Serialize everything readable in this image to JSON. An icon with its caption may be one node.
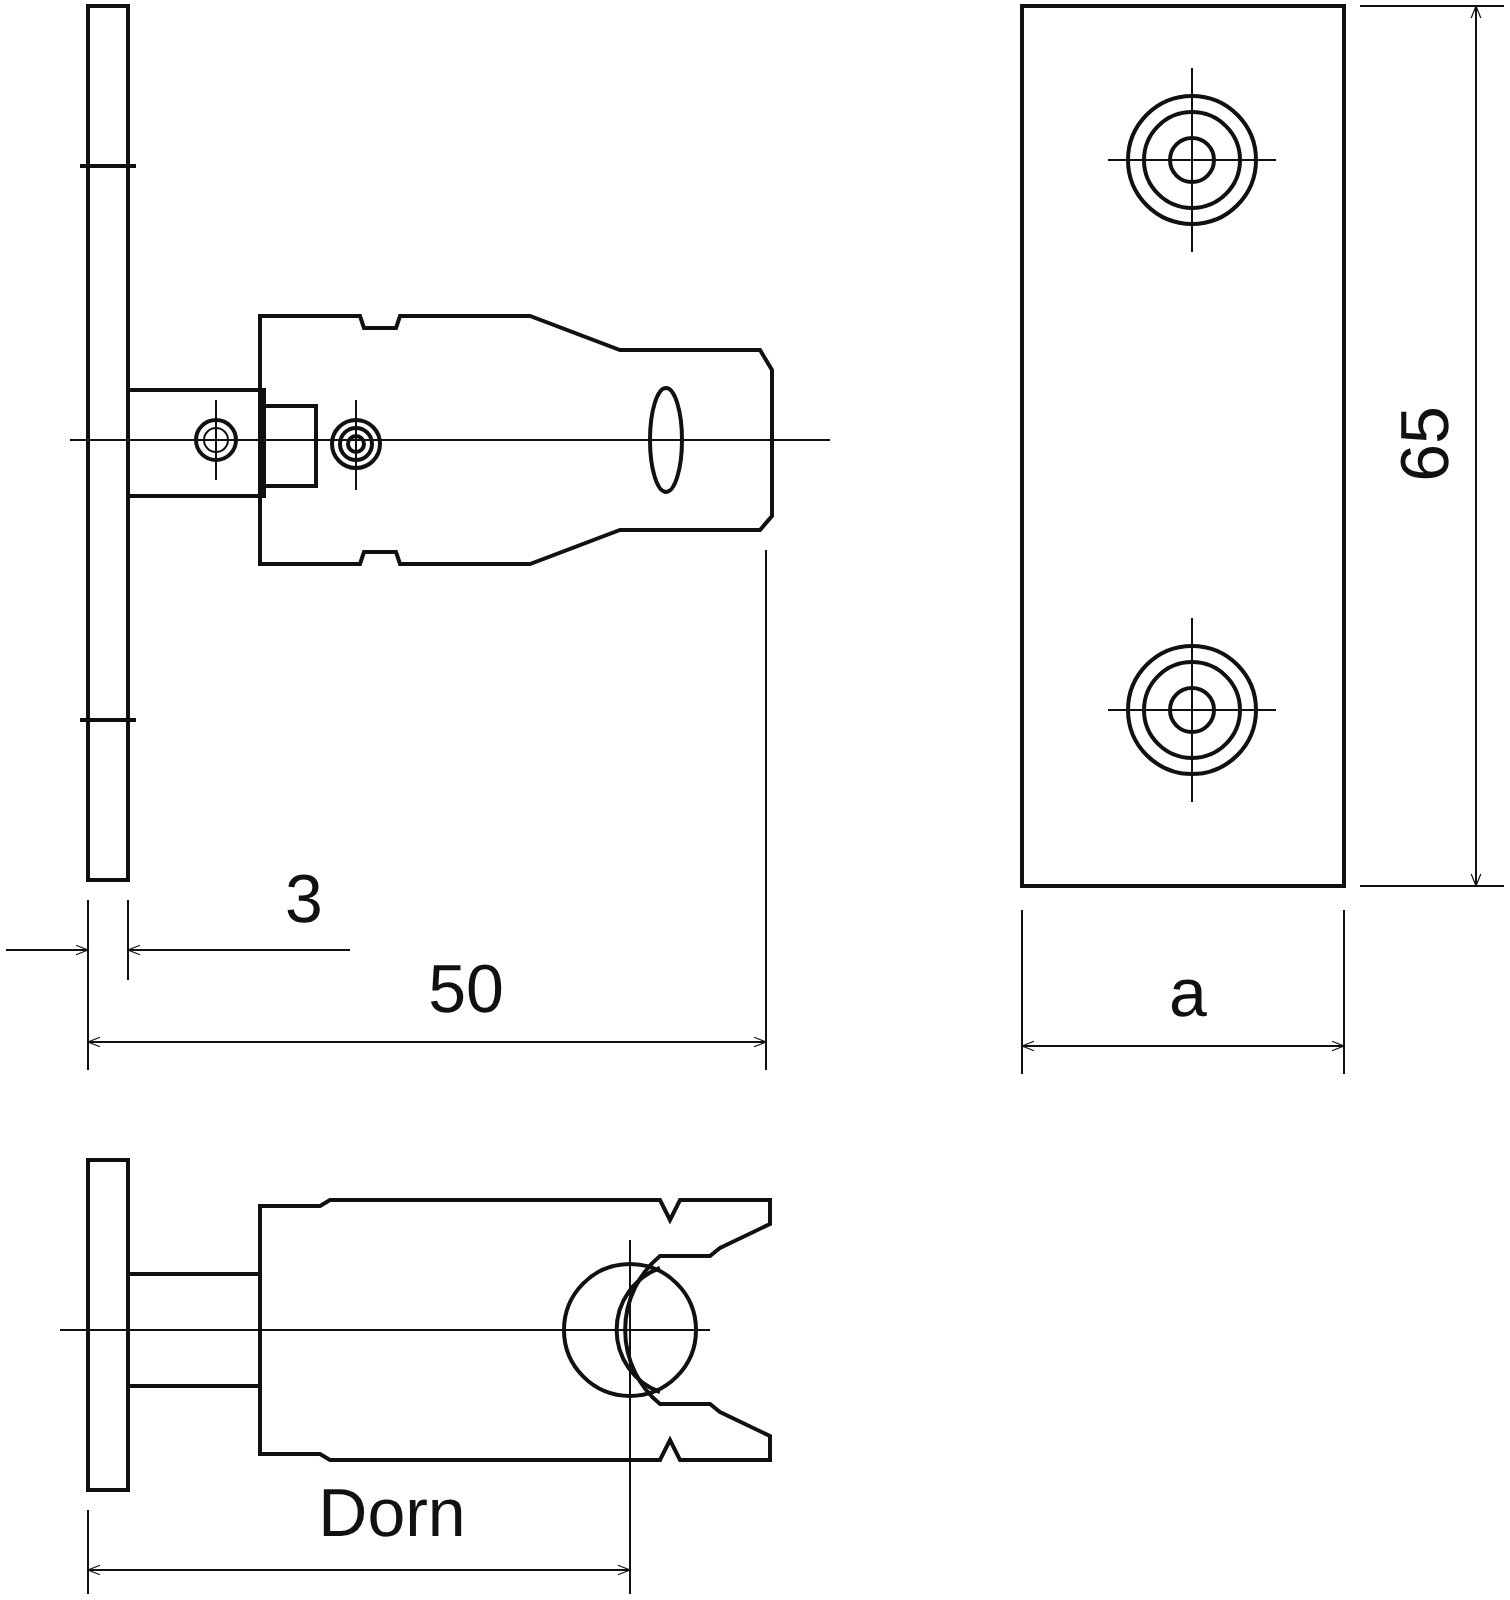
{
  "diagram": {
    "labels": [
      "3",
      "50",
      "65",
      "a",
      "Dorn"
    ]
  }
}
